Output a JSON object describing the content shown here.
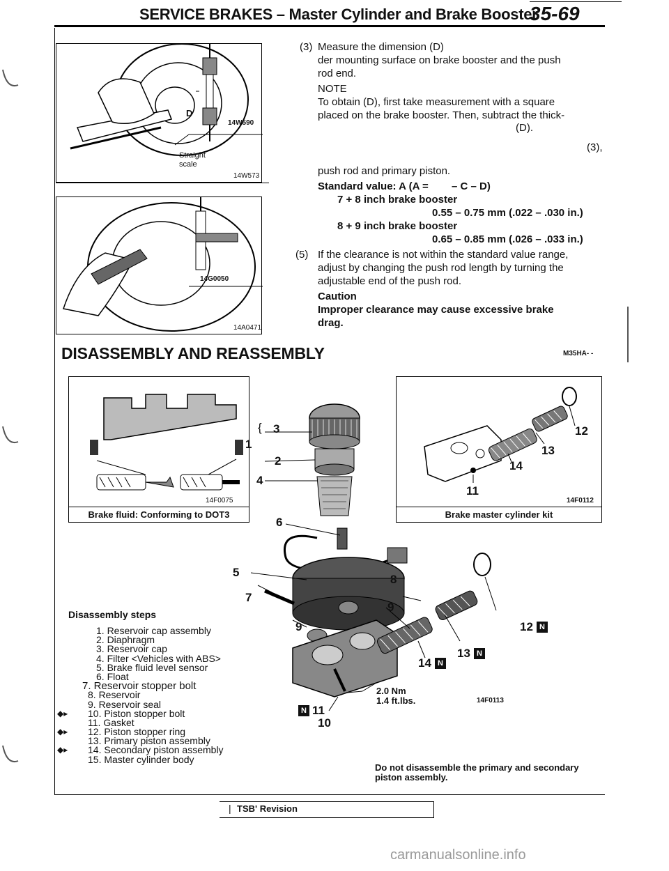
{
  "header": {
    "title": "SERVICE BRAKES – Master Cylinder and Brake Booster",
    "page_number": "35-69"
  },
  "figure_top1": {
    "labels": {
      "d": "D",
      "code_inner": "14W590",
      "straight": "Straight",
      "scale": "scale",
      "code": "14W573"
    }
  },
  "figure_top2": {
    "labels": {
      "code_inner": "14G0050",
      "code": "14A0471"
    }
  },
  "text": {
    "step3_num": "(3)",
    "step3_line1": "Measure the dimension (D)",
    "step3_line2": "der mounting surface on brake booster and the push",
    "step3_line3": "rod end.",
    "note_label": "NOTE",
    "note_line1": "To obtain (D), first take measurement with a square",
    "note_line2": "placed on the brake booster. Then, subtract the thick-",
    "note_line3": "(D).",
    "step4_frag": "(3),",
    "step4_line": "push rod and primary piston.",
    "std_label": "Standard value: A (A =",
    "std_formula": "– C – D)",
    "std_1_label": "7 + 8 inch brake booster",
    "std_1_value": "0.55 – 0.75 mm (.022 – .030 in.)",
    "std_2_label": "8 + 9 inch brake booster",
    "std_2_value": "0.65 – 0.85 mm (.026 – .033 in.)",
    "step5_num": "(5)",
    "step5_line1": "If the clearance is not within the standard value range,",
    "step5_line2": "adjust by changing the push rod length by turning the",
    "step5_line3": "adjustable end of the push rod.",
    "caution_label": "Caution",
    "caution_line1": "Improper clearance may cause excessive brake",
    "caution_line2": "drag."
  },
  "section": {
    "title": "DISASSEMBLY AND REASSEMBLY",
    "code": "M35HA- -"
  },
  "fig_fluid": {
    "code": "14F0075",
    "caption": "Brake fluid: Conforming to DOT3"
  },
  "fig_kit": {
    "callouts": {
      "c12": "12",
      "c13": "13",
      "c14": "14",
      "c11": "11"
    },
    "code": "14F0112",
    "caption": "Brake master cylinder kit"
  },
  "fig_main": {
    "callouts": {
      "c1": "1",
      "c2": "2",
      "c3": "3",
      "c4": "4",
      "c5": "5",
      "c6": "6",
      "c7": "7",
      "c8": "8",
      "c9a": "9",
      "c9b": "9",
      "c10": "10",
      "c11": "11",
      "c12": "12",
      "c13": "13",
      "c14": "14"
    },
    "n_badge": "N",
    "torque_nm": "2.0 Nm",
    "torque_ft": "1.4 ft.lbs.",
    "code": "14F0113"
  },
  "steps": {
    "title": "Disassembly steps",
    "items": [
      {
        "text": "1. Reservoir cap assembly",
        "mark": ""
      },
      {
        "text": "2. Diaphragm",
        "mark": ""
      },
      {
        "text": "3. Reservoir cap",
        "mark": ""
      },
      {
        "text": "4. Filter <Vehicles with ABS>",
        "mark": ""
      },
      {
        "text": "5. Brake fluid level sensor",
        "mark": ""
      },
      {
        "text": "6. Float",
        "mark": ""
      },
      {
        "text": "7. Reservoir stopper bolt",
        "mark": ""
      },
      {
        "text": "8. Reservoir",
        "mark": ""
      },
      {
        "text": "9. Reservoir seal",
        "mark": ""
      },
      {
        "text": "10. Piston stopper bolt",
        "mark": "◆▸"
      },
      {
        "text": "11. Gasket",
        "mark": ""
      },
      {
        "text": "12. Piston stopper ring",
        "mark": "◆▸"
      },
      {
        "text": "13. Primary piston assembly",
        "mark": ""
      },
      {
        "text": "14. Secondary piston assembly",
        "mark": "◆▸"
      },
      {
        "text": "15. Master cylinder body",
        "mark": ""
      }
    ]
  },
  "note_bottom": {
    "line1": "Do not disassemble the primary and secondary",
    "line2": "piston assembly."
  },
  "footer": {
    "text": "TSB' Revision"
  },
  "watermark": "carmanualsonline.info"
}
